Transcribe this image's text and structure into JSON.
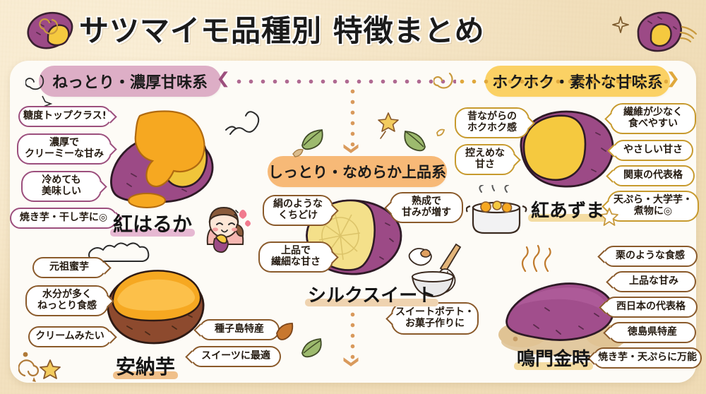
{
  "page": {
    "title": "サツマイモ品種別 特徴まとめ",
    "bg_color": "#f2e0bd",
    "card_color": "#fdfbf6"
  },
  "sections": {
    "left": {
      "header": "ねっとり・濃厚甘味系",
      "color": "#ddaec6"
    },
    "center": {
      "header": "しっとり・なめらか上品系",
      "color": "#f7b977"
    },
    "right": {
      "header": "ホクホク・素朴な甘味系",
      "color": "#fbd164"
    }
  },
  "varieties": [
    {
      "name": "紅はるか",
      "highlight": "#e6b8d2",
      "group": "left",
      "labels": [
        {
          "lines": [
            "糖度トップクラス!"
          ]
        },
        {
          "lines": [
            "濃厚で",
            "クリーミーな甘み"
          ]
        },
        {
          "lines": [
            "冷めても",
            "美味しい"
          ]
        },
        {
          "lines": [
            "焼き芋・干し芋に◎"
          ]
        }
      ]
    },
    {
      "name": "安納芋",
      "highlight": "#f0c08a",
      "group": "left",
      "labels": [
        {
          "lines": [
            "元祖蜜芋"
          ]
        },
        {
          "lines": [
            "水分が多く",
            "ねっとり食感"
          ]
        },
        {
          "lines": [
            "クリームみたい"
          ]
        },
        {
          "lines": [
            "種子島特産"
          ]
        },
        {
          "lines": [
            "スイーツに最適"
          ]
        }
      ]
    },
    {
      "name": "シルクスイート",
      "highlight": "#efd3b0",
      "group": "center",
      "labels": [
        {
          "lines": [
            "絹のような",
            "くちどけ"
          ]
        },
        {
          "lines": [
            "熟成で",
            "甘みが増す"
          ]
        },
        {
          "lines": [
            "上品で",
            "繊細な甘さ"
          ]
        },
        {
          "lines": [
            "スイートポテト・",
            "お菓子作りに"
          ]
        }
      ]
    },
    {
      "name": "紅あずま",
      "highlight": "#f4dca2",
      "group": "right",
      "labels": [
        {
          "lines": [
            "昔ながらの",
            "ホクホク感"
          ]
        },
        {
          "lines": [
            "控えめな",
            "甘さ"
          ]
        },
        {
          "lines": [
            "繊維が少なく",
            "食べやすい"
          ]
        },
        {
          "lines": [
            "やさしい甘さ"
          ]
        },
        {
          "lines": [
            "関東の代表格"
          ]
        },
        {
          "lines": [
            "天ぷら・大学芋・",
            "煮物に◎"
          ]
        }
      ]
    },
    {
      "name": "鳴門金時",
      "highlight": "#f4dca2",
      "group": "right",
      "labels": [
        {
          "lines": [
            "栗のような食感"
          ]
        },
        {
          "lines": [
            "上品な甘み"
          ]
        },
        {
          "lines": [
            "西日本の代表格"
          ]
        },
        {
          "lines": [
            "徳島県特産"
          ]
        },
        {
          "lines": [
            "焼き芋・天ぷらに万能"
          ]
        }
      ]
    }
  ],
  "connectors": {
    "left_arrow": "❮",
    "right_arrow": "❯",
    "down_arrow": "❮",
    "colors": {
      "left": "#9c4f7d",
      "right": "#e0a83c",
      "mid": "#d99a5c"
    }
  },
  "decorations": [
    {
      "icon": "sweet-potato-illustration",
      "position": "title-left"
    },
    {
      "icon": "sweet-potato-illustration",
      "position": "title-right"
    },
    {
      "icon": "sparkle-icon",
      "position": "top-left"
    },
    {
      "icon": "sparkle-icon",
      "position": "top-right"
    },
    {
      "icon": "star-icon",
      "position": "bottom-left"
    },
    {
      "icon": "swirl-icon",
      "position": "bottom-left"
    },
    {
      "icon": "leaf-icon",
      "position": "center"
    },
    {
      "icon": "girl-eating-potato-illustration",
      "position": "left-center"
    },
    {
      "icon": "steaming-pot-illustration",
      "position": "right-center"
    },
    {
      "icon": "whisk-bowl-illustration",
      "position": "center-right"
    }
  ]
}
